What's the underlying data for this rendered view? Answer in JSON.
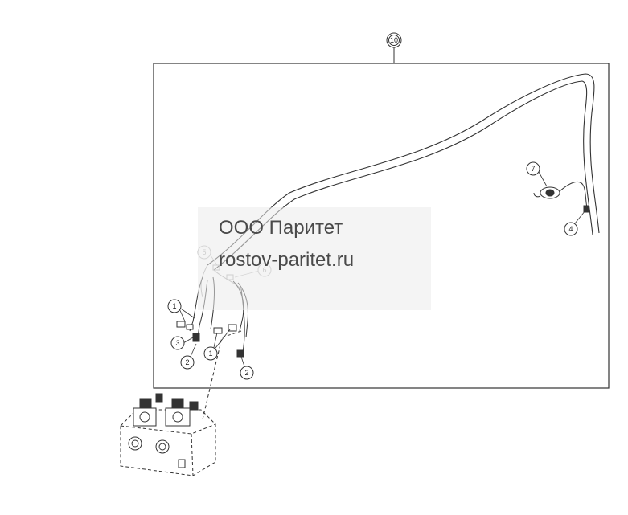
{
  "watermark": {
    "company": "ООО Паритет",
    "website": "rostov-paritet.ru"
  },
  "callouts": [
    {
      "id": "c10",
      "label": "10"
    },
    {
      "id": "c7",
      "label": "7"
    },
    {
      "id": "c4",
      "label": "4"
    },
    {
      "id": "c5",
      "label": "5"
    },
    {
      "id": "c6",
      "label": "6"
    },
    {
      "id": "c1a",
      "label": "1"
    },
    {
      "id": "c3",
      "label": "3"
    },
    {
      "id": "c2a",
      "label": "2"
    },
    {
      "id": "c1b",
      "label": "1"
    },
    {
      "id": "c2b",
      "label": "2"
    }
  ]
}
